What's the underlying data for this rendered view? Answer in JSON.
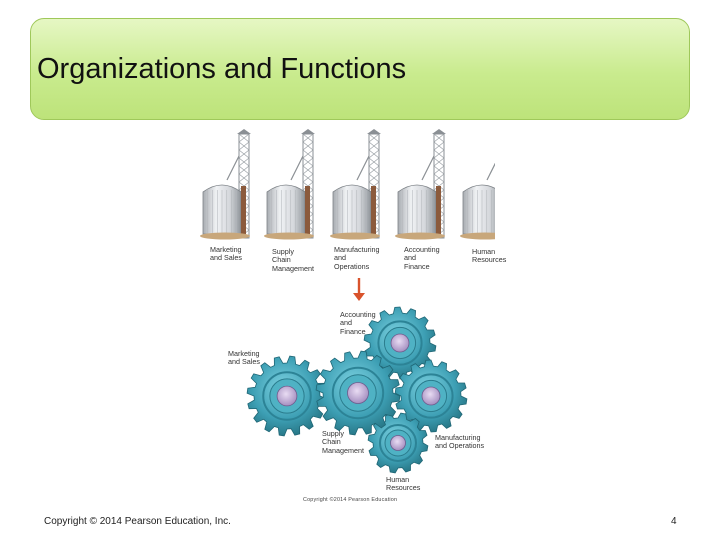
{
  "slide": {
    "title": "Organizations and Functions"
  },
  "figure": {
    "silos": [
      {
        "label": "Marketing\nand Sales"
      },
      {
        "label": "Supply\nChain\nManagement"
      },
      {
        "label": "Manufacturing\nand\nOperations"
      },
      {
        "label": "Accounting\nand\nFinance"
      },
      {
        "label": "Human\nResources"
      }
    ],
    "gears": [
      {
        "label": "Accounting\nand\nFinance"
      },
      {
        "label": "Marketing\nand Sales"
      },
      {
        "label": "Supply\nChain\nManagement"
      },
      {
        "label": "Manufacturing\nand Operations"
      },
      {
        "label": "Human\nResources"
      }
    ],
    "image_copyright": "Copyright ©2014 Pearson Education"
  },
  "footer": {
    "copyright": "Copyright © 2014 Pearson Education, Inc.",
    "page_number": "4"
  },
  "colors": {
    "title_fill": "#c9eb8e",
    "gear_teal": "#3d9fb4",
    "arrow": "#d9532c"
  }
}
